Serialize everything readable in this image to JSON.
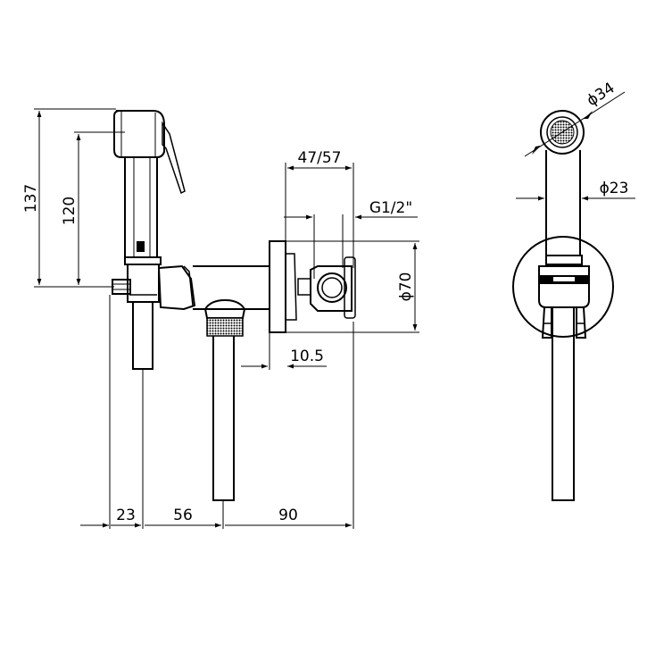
{
  "dimensions": {
    "height_total": "137",
    "height_outlet": "120",
    "width_left": "23",
    "width_mid": "56",
    "width_right": "90",
    "depth": "47/57",
    "thread": "G1/2\"",
    "flange_diameter": "ϕ70",
    "wall_offset": "10.5",
    "head_diameter": "ϕ34",
    "handle_diameter": "ϕ23"
  },
  "colors": {
    "line": "#000000",
    "background": "#ffffff"
  }
}
